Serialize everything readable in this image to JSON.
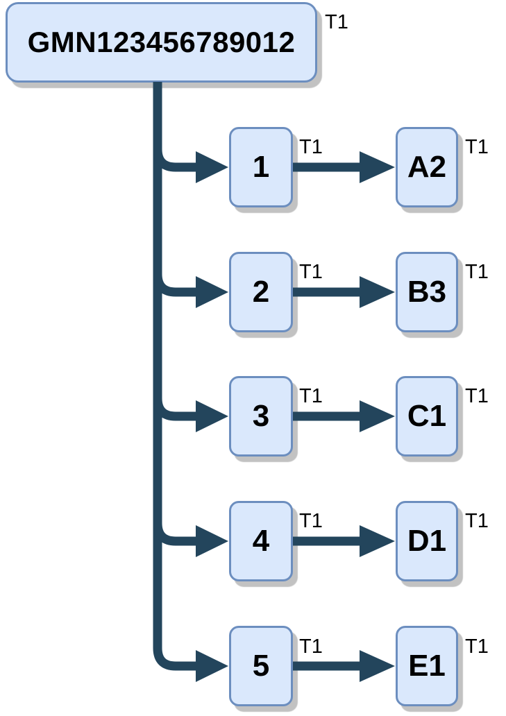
{
  "diagram": {
    "type": "tree",
    "root": {
      "label": "GMN123456789012",
      "tag": "T1"
    },
    "rows": [
      {
        "step": "1",
        "step_tag": "T1",
        "dest": "A2",
        "dest_tag": "T1"
      },
      {
        "step": "2",
        "step_tag": "T1",
        "dest": "B3",
        "dest_tag": "T1"
      },
      {
        "step": "3",
        "step_tag": "T1",
        "dest": "C1",
        "dest_tag": "T1"
      },
      {
        "step": "4",
        "step_tag": "T1",
        "dest": "D1",
        "dest_tag": "T1"
      },
      {
        "step": "5",
        "step_tag": "T1",
        "dest": "E1",
        "dest_tag": "T1"
      }
    ],
    "colors": {
      "node_fill": "#dae8fc",
      "node_stroke": "#6c8ebf",
      "connector": "#23455c",
      "shadow": "#c2c2c2",
      "background": "#ffffff",
      "text": "#000000"
    }
  }
}
